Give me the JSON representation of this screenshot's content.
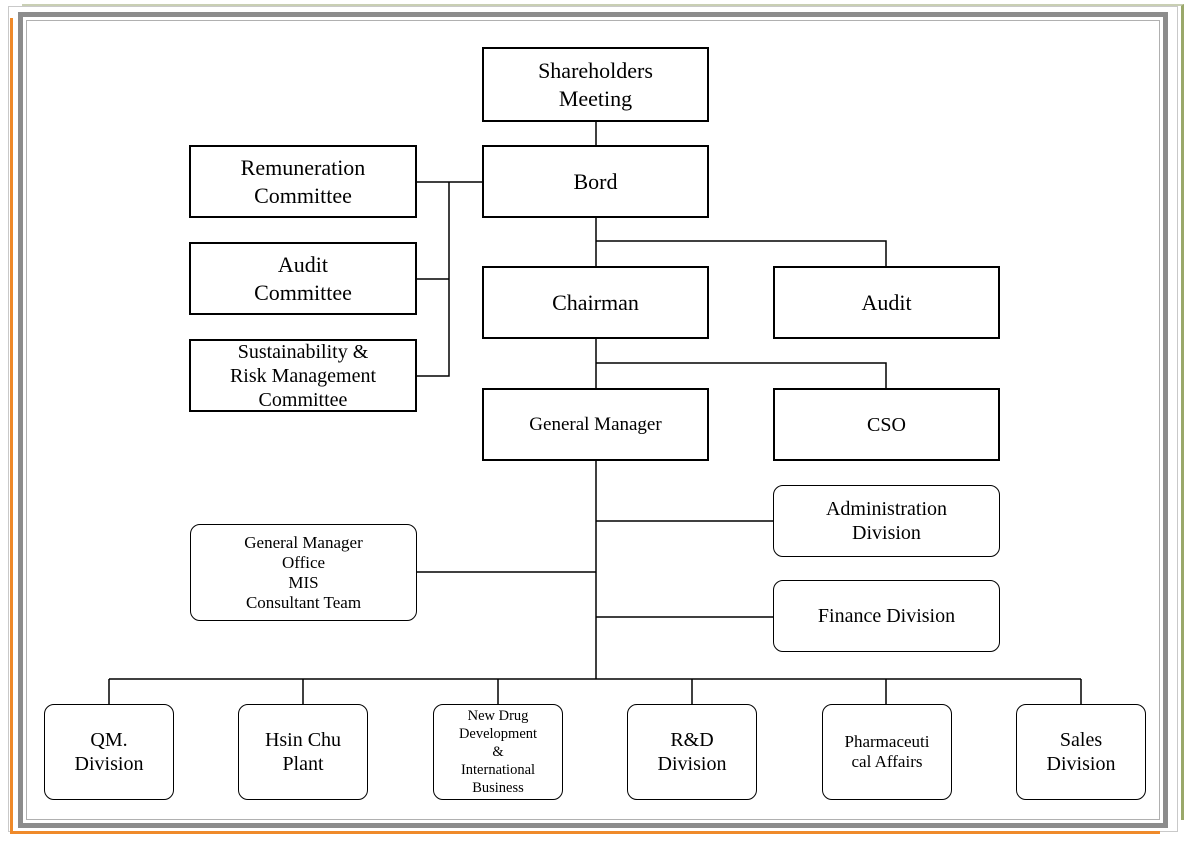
{
  "nodes": {
    "shareholders": "Shareholders\nMeeting",
    "board": "Bord",
    "remuneration": "Remuneration\nCommittee",
    "audit_committee": "Audit\nCommittee",
    "sustainability": "Sustainability &\nRisk Management\nCommittee",
    "chairman": "Chairman",
    "audit": "Audit",
    "general_manager": "General Manager",
    "cso": "CSO",
    "administration": "Administration\nDivision",
    "gm_office": "General Manager\nOffice\nMIS\nConsultant Team",
    "finance": "Finance Division",
    "qm": "QM.\nDivision",
    "hsinchu": "Hsin Chu\nPlant",
    "new_drug": "New Drug\nDevelopment\n&\nInternational\nBusiness",
    "rd": "R&D\nDivision",
    "pharma": "Pharmaceuti\ncal Affairs",
    "sales": "Sales\nDivision"
  },
  "colors": {
    "frame_gray": "#8c8c8c",
    "frame_orange": "#ef8a2a",
    "frame_green": "#9aa86a"
  }
}
